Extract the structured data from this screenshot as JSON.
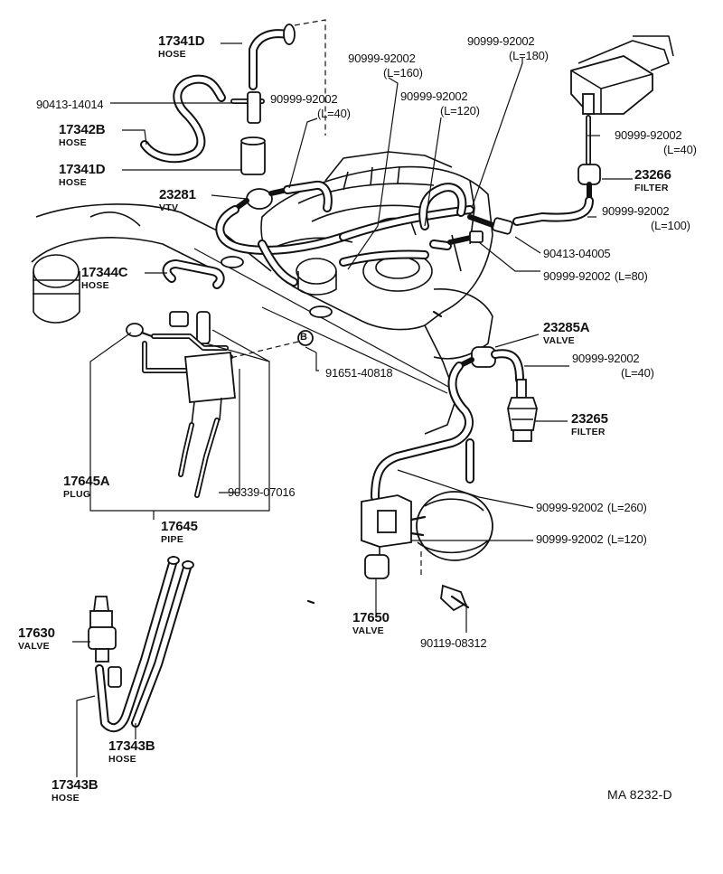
{
  "diagram_code": "MA 8232-D",
  "callout_b": "B",
  "labels": {
    "p17341d_top": {
      "number": "17341D",
      "type": "HOSE"
    },
    "p90413_14014": {
      "number": "90413-14014"
    },
    "p17342b": {
      "number": "17342B",
      "type": "HOSE"
    },
    "p17341d_mid": {
      "number": "17341D",
      "type": "HOSE"
    },
    "p23281": {
      "number": "23281",
      "type": "VTV"
    },
    "p17344c": {
      "number": "17344C",
      "type": "HOSE"
    },
    "p91651_40818": {
      "number": "91651-40818"
    },
    "p17645a": {
      "number": "17645A",
      "type": "PLUG"
    },
    "p90339_07016": {
      "number": "90339-07016"
    },
    "p17645": {
      "number": "17645",
      "type": "PIPE"
    },
    "p17630": {
      "number": "17630",
      "type": "VALVE"
    },
    "p17343b_a": {
      "number": "17343B",
      "type": "HOSE"
    },
    "p17343b_b": {
      "number": "17343B",
      "type": "HOSE"
    },
    "p90999_l160": {
      "number": "90999-92002",
      "length": "(L=160)"
    },
    "p90999_l180": {
      "number": "90999-92002",
      "length": "(L=180)"
    },
    "p90999_l40a": {
      "number": "90999-92002",
      "length": "(L=40)"
    },
    "p90999_l120a": {
      "number": "90999-92002",
      "length": "(L=120)"
    },
    "p90999_l40b": {
      "number": "90999-92002",
      "length": "(L=40)"
    },
    "p23266": {
      "number": "23266",
      "type": "FILTER"
    },
    "p90999_l100": {
      "number": "90999-92002",
      "length": "(L=100)"
    },
    "p90413_04005": {
      "number": "90413-04005"
    },
    "p90999_l80": {
      "number": "90999-92002",
      "length": "(L=80)"
    },
    "p23285a": {
      "number": "23285A",
      "type": "VALVE"
    },
    "p90999_l40c": {
      "number": "90999-92002",
      "length": "(L=40)"
    },
    "p23265": {
      "number": "23265",
      "type": "FILTER"
    },
    "p90999_l260": {
      "number": "90999-92002",
      "length": "(L=260)"
    },
    "p90999_l120b": {
      "number": "90999-92002",
      "length": "(L=120)"
    },
    "p17650": {
      "number": "17650",
      "type": "VALVE"
    },
    "p90119_08312": {
      "number": "90119-08312"
    }
  }
}
